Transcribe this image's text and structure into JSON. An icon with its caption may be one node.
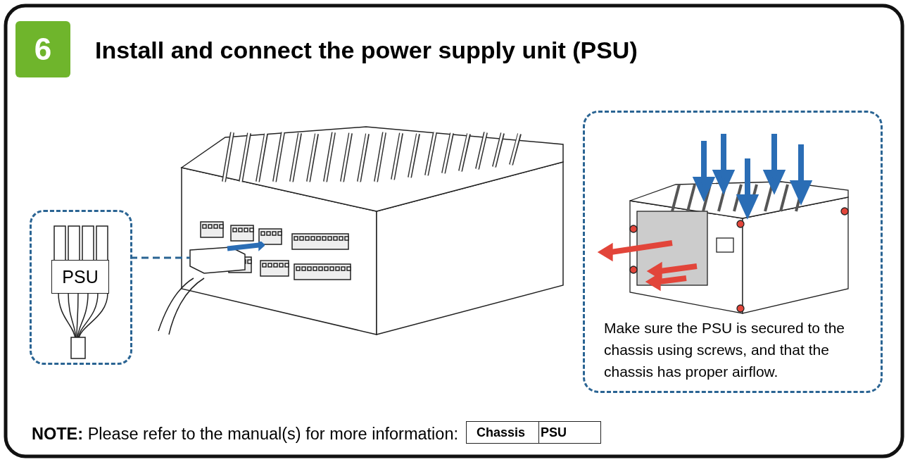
{
  "diagram": {
    "title": "Install and connect the power supply unit (PSU)",
    "nodes": [
      {
        "text": [
          "PSU"
        ]
      },
      {
        "text": [],
        "shape": "box"
      },
      {
        "text": [
          "Make sure the PSU is secured to the chassis using screws, and that the chassis has proper airflow."
        ]
      }
    ],
    "edges": [
      {
        "from": 0,
        "to": 1,
        "arrow": "none",
        "style": "dashed"
      }
    ],
    "labels": [
      "6",
      "**NOTE:** Please refer to the manual(s) for more information:",
      "Chassis",
      "PSU"
    ]
  }
}
